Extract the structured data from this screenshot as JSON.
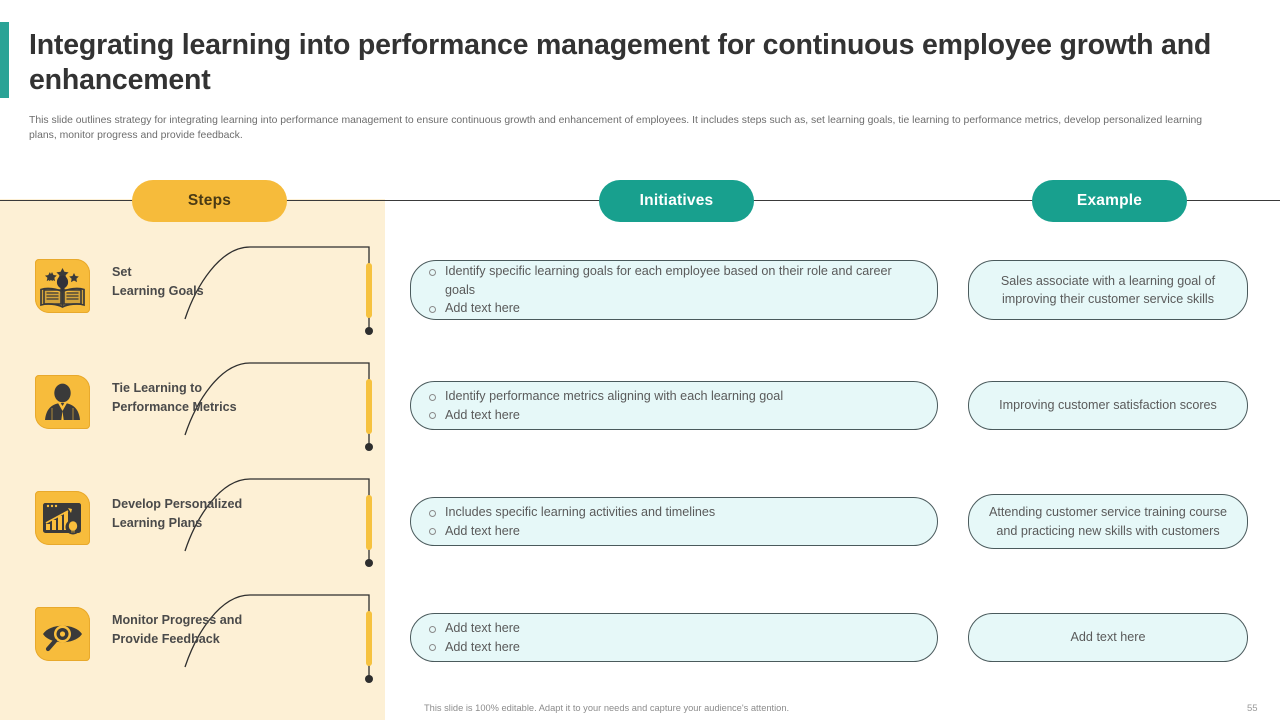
{
  "header": {
    "title": "Integrating learning into performance management for continuous employee growth and enhancement",
    "subtitle": "This slide outlines strategy for integrating learning into performance management to ensure continuous growth and enhancement of employees. It includes steps such as, set learning goals, tie learning to performance metrics, develop personalized learning plans, monitor progress and provide feedback.",
    "accent_color": "#2aa396"
  },
  "columns": {
    "steps_label": "Steps",
    "initiatives_label": "Initiatives",
    "example_label": "Example",
    "steps_pill_color": "#f6bb3b",
    "teal_pill_color": "#18a08e"
  },
  "rows": [
    {
      "step_line1": "Set",
      "step_line2": "Learning Goals",
      "icon": "book-lightbulb-stars-icon",
      "initiatives": [
        "Identify specific learning goals for each employee based on their role and career goals",
        "Add text here"
      ],
      "example": "Sales associate with a learning goal of improving their customer service skills"
    },
    {
      "step_line1": "Tie Learning to",
      "step_line2": "Performance Metrics",
      "icon": "employee-person-icon",
      "initiatives": [
        "Identify performance metrics aligning with each learning goal",
        "Add text here"
      ],
      "example": "Improving customer satisfaction scores"
    },
    {
      "step_line1": "Develop Personalized",
      "step_line2": "Learning Plans",
      "icon": "chart-lightbulb-icon",
      "initiatives": [
        "Includes specific learning activities and timelines",
        "Add text here"
      ],
      "example": "Attending customer service training course and practicing new skills with customers"
    },
    {
      "step_line1": "Monitor Progress and",
      "step_line2": "Provide Feedback",
      "icon": "eye-magnifier-icon",
      "initiatives": [
        "Add text here",
        "Add text here"
      ],
      "example": "Add text here"
    }
  ],
  "footer": {
    "note": "This slide is 100% editable. Adapt it to your needs and capture your audience's attention.",
    "page_number": "55"
  }
}
